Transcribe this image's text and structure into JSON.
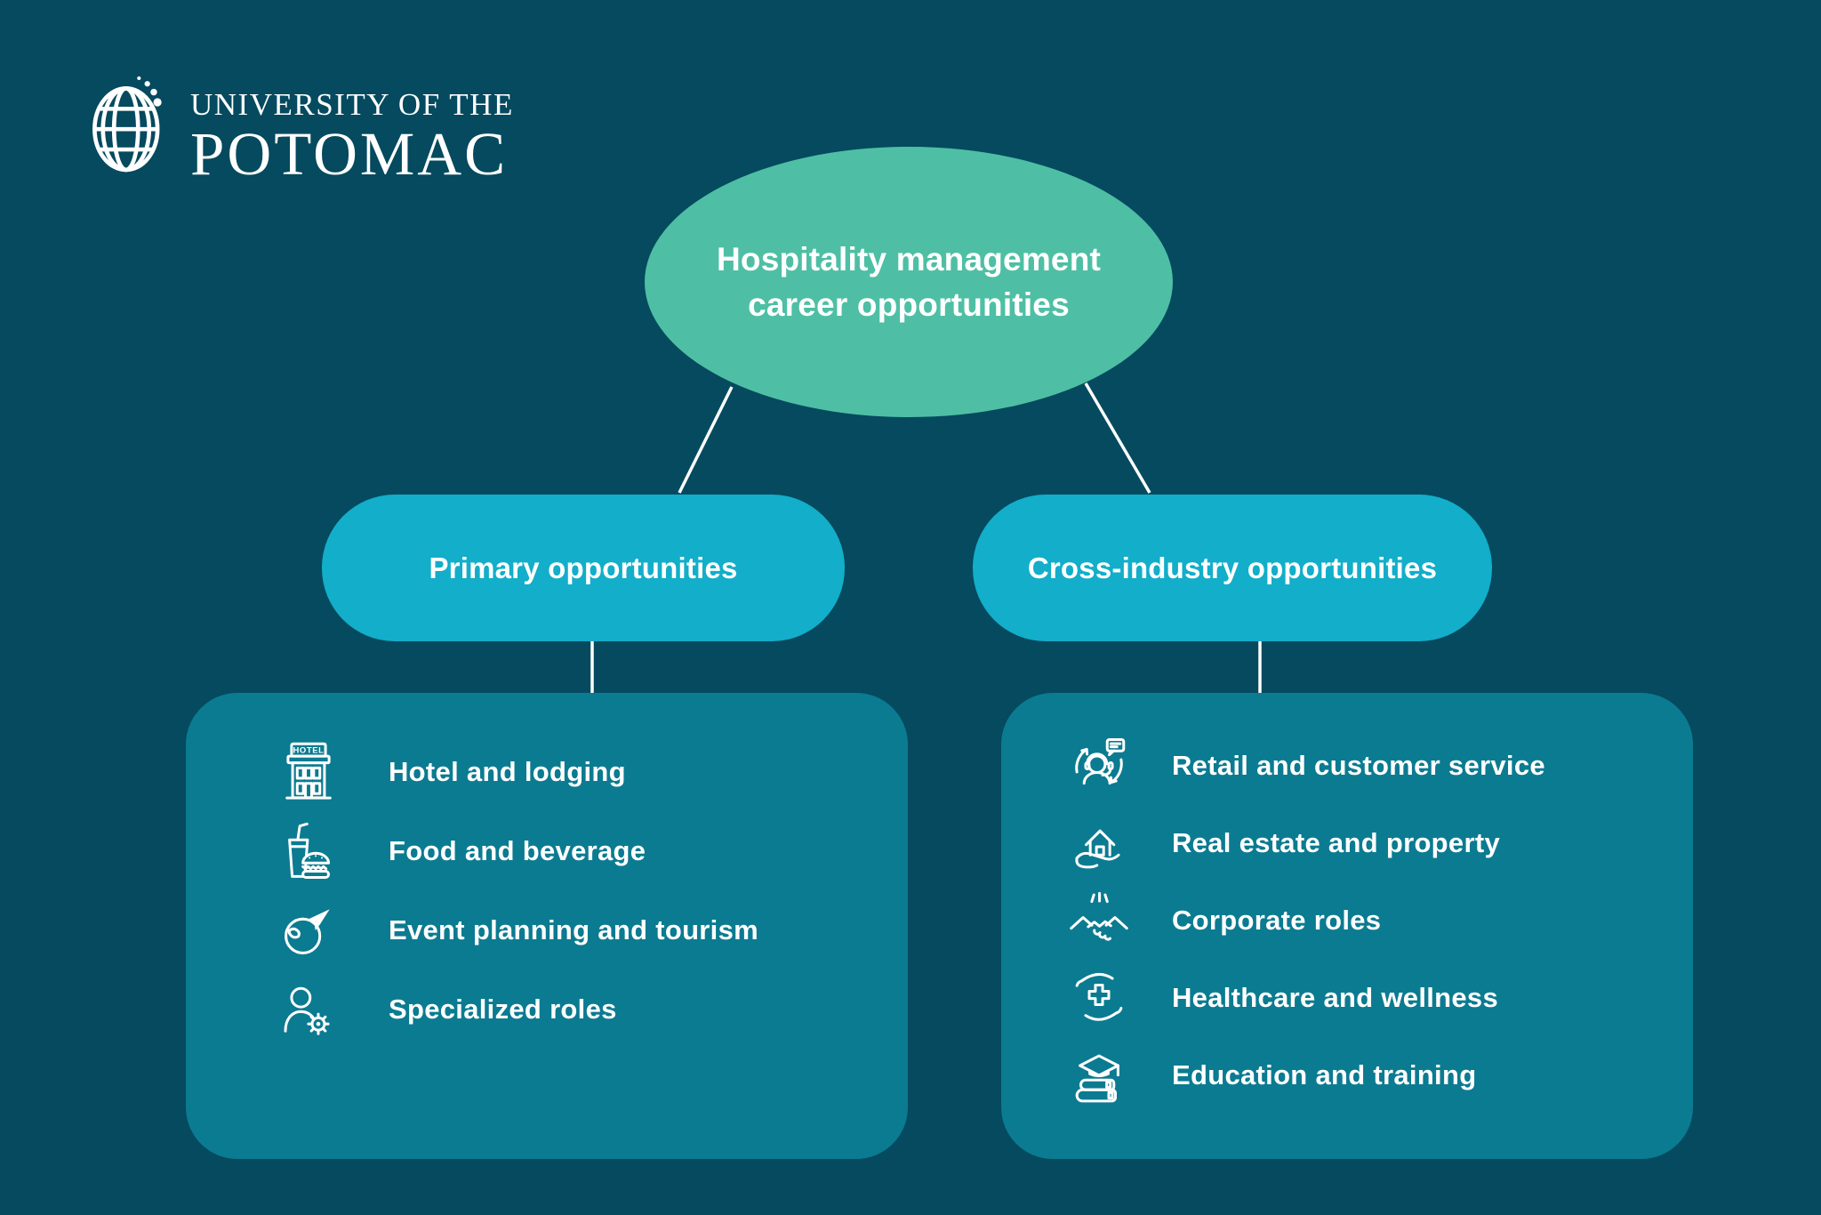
{
  "colors": {
    "background": "#054a5f",
    "root_node": "#4ebfa4",
    "branch_pill": "#12aeca",
    "card": "#0b7b91",
    "text": "#ffffff"
  },
  "logo": {
    "line1": "UNIVERSITY OF THE",
    "line2": "POTOMAC",
    "icon": "globe-icon"
  },
  "root": {
    "line1": "Hospitality management",
    "line2": "career opportunities"
  },
  "branches": [
    {
      "label": "Primary opportunities",
      "items": [
        {
          "icon": "hotel-icon",
          "icon_text": "HOTEL",
          "label": "Hotel and lodging"
        },
        {
          "icon": "food-beverage-icon",
          "label": "Food and beverage"
        },
        {
          "icon": "globe-airplane-icon",
          "label": "Event planning and tourism"
        },
        {
          "icon": "person-gear-icon",
          "label": "Specialized roles"
        }
      ]
    },
    {
      "label": "Cross-industry opportunities",
      "items": [
        {
          "icon": "headset-agent-icon",
          "label": "Retail and customer service"
        },
        {
          "icon": "hand-house-icon",
          "label": "Real estate and property"
        },
        {
          "icon": "handshake-icon",
          "label": "Corporate roles"
        },
        {
          "icon": "hands-medical-cross-icon",
          "label": "Healthcare and wellness"
        },
        {
          "icon": "books-graduation-cap-icon",
          "label": "Education and training"
        }
      ]
    }
  ]
}
